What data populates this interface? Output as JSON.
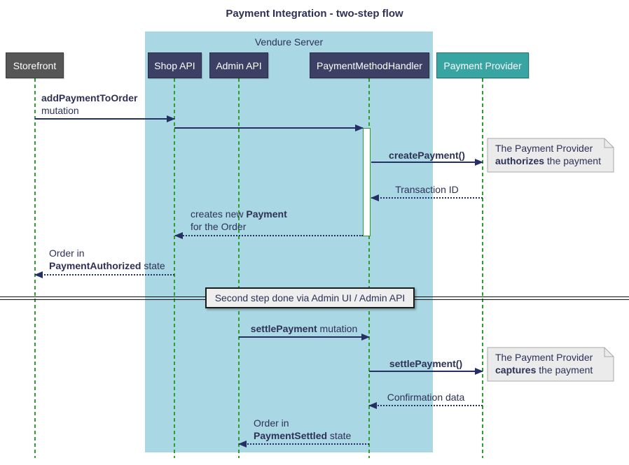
{
  "title": "Payment Integration - two-step flow",
  "container": {
    "label": "Vendure Server"
  },
  "participants": {
    "storefront": "Storefront",
    "shop_api": "Shop API",
    "admin_api": "Admin API",
    "handler": "PaymentMethodHandler",
    "provider": "Payment Provider"
  },
  "messages": {
    "add_payment": {
      "bold": "addPaymentToOrder",
      "rest": "mutation"
    },
    "create_payment": {
      "bold": "createPayment()"
    },
    "transaction_id": {
      "text": "Transaction ID"
    },
    "creates_payment": {
      "prefix": "creates new ",
      "bold": "Payment",
      "line2": "for the Order"
    },
    "order_authorized": {
      "line1": "Order in",
      "bold": "PaymentAuthorized",
      "suffix": " state"
    },
    "settle_mutation": {
      "bold": "settlePayment",
      "suffix": " mutation"
    },
    "settle_call": {
      "bold": "settlePayment()"
    },
    "confirmation": {
      "text": "Confirmation data"
    },
    "order_settled": {
      "line1": "Order in",
      "bold": "PaymentSettled",
      "suffix": " state"
    }
  },
  "notes": {
    "authorize": {
      "line1": "The Payment Provider",
      "bold": "authorizes",
      "suffix": " the payment"
    },
    "capture": {
      "line1": "The Payment Provider",
      "bold": "captures",
      "suffix": " the payment"
    }
  },
  "divider": {
    "label": "Second step done via Admin UI / Admin API"
  },
  "colors": {
    "title_text": "#2d3156",
    "participant_box": "#3b4064",
    "storefront_box": "#565656",
    "provider_box": "#38a5a3",
    "server_container": "#aad7e4",
    "lifeline_green": "#2e9e2e",
    "arrow_navy": "#243063",
    "note_fill": "#ebebeb",
    "note_border": "#a8a8a8",
    "divider_fill": "#eeeeee"
  }
}
